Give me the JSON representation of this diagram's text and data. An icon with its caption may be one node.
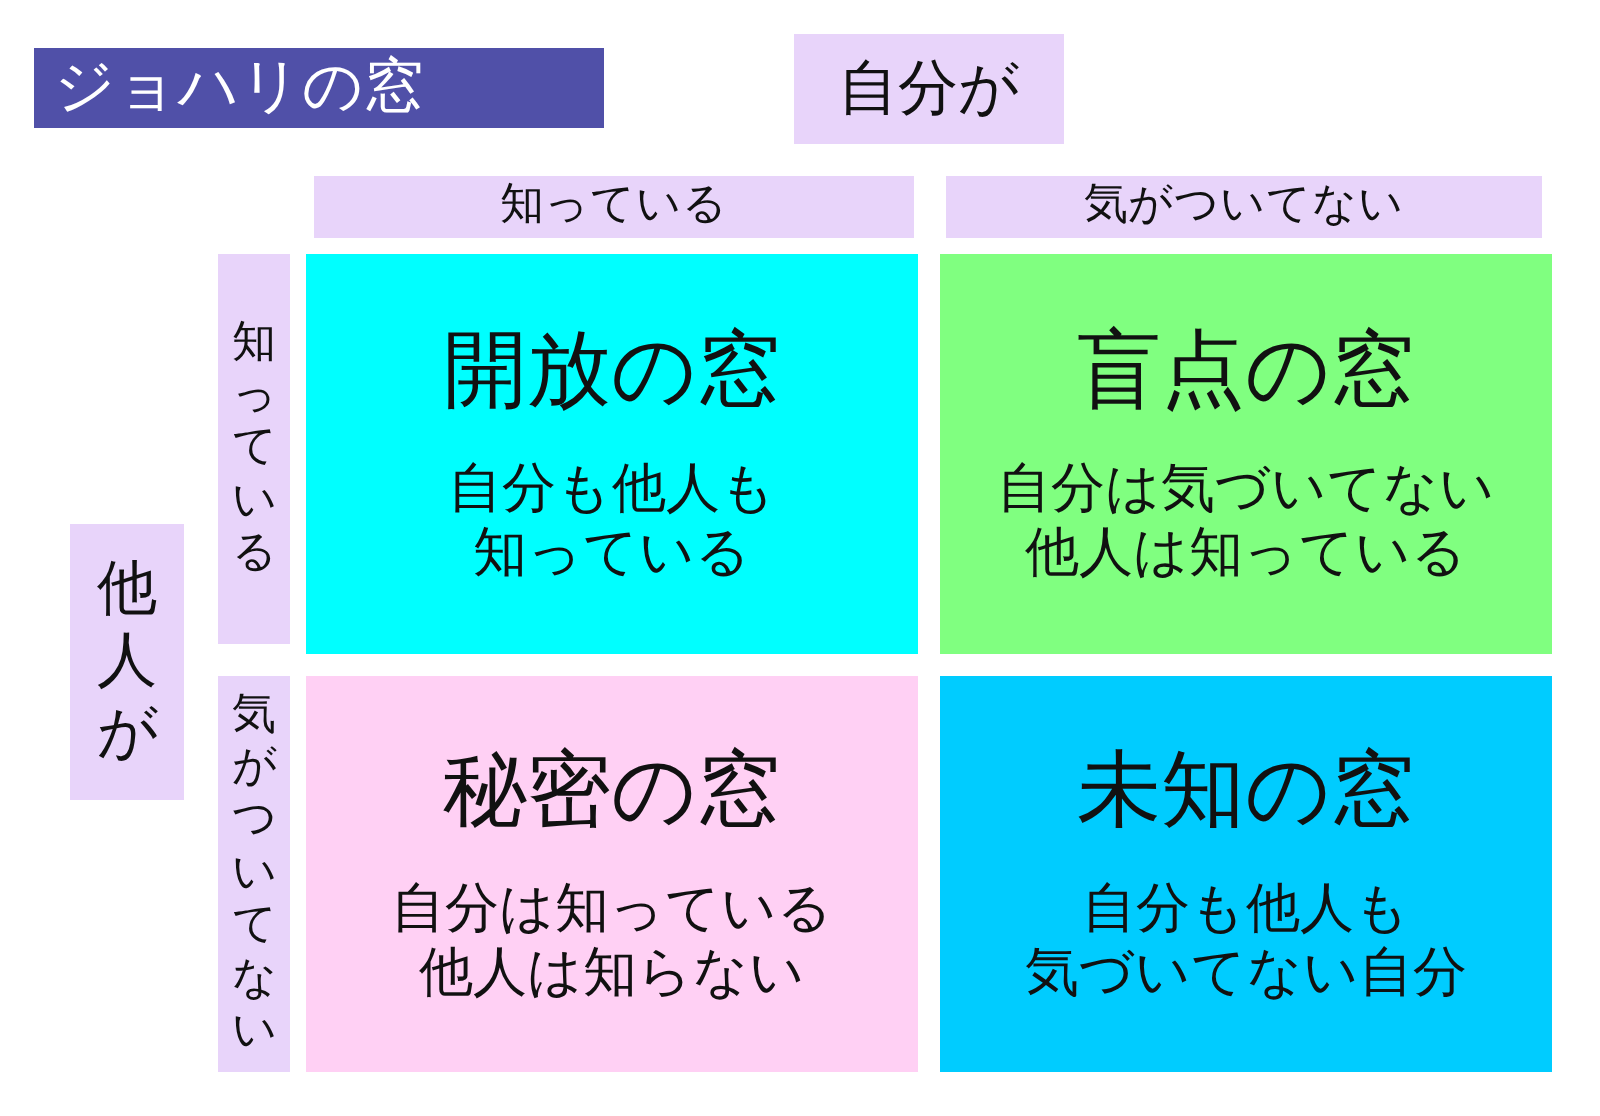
{
  "diagram": {
    "title": "ジョハリの窓",
    "nodes": [
      {
        "text": [
          "自分が"
        ]
      },
      {
        "text": [
          "知っている"
        ]
      },
      {
        "text": [
          "気がついてない"
        ]
      },
      {
        "text": [
          "他人が"
        ]
      },
      {
        "text": [
          "知っている"
        ]
      },
      {
        "text": [
          "気がついてない"
        ]
      },
      {
        "text": [
          "開放の窓",
          "自分も他人も",
          "知っている"
        ]
      },
      {
        "text": [
          "盲点の窓",
          "自分は気づいてない",
          "他人は知っている"
        ]
      },
      {
        "text": [
          "秘密の窓",
          "自分は知っている",
          "他人は知らない"
        ]
      },
      {
        "text": [
          "未知の窓",
          "自分も他人も",
          "気づいてない自分"
        ]
      }
    ],
    "edges": []
  }
}
